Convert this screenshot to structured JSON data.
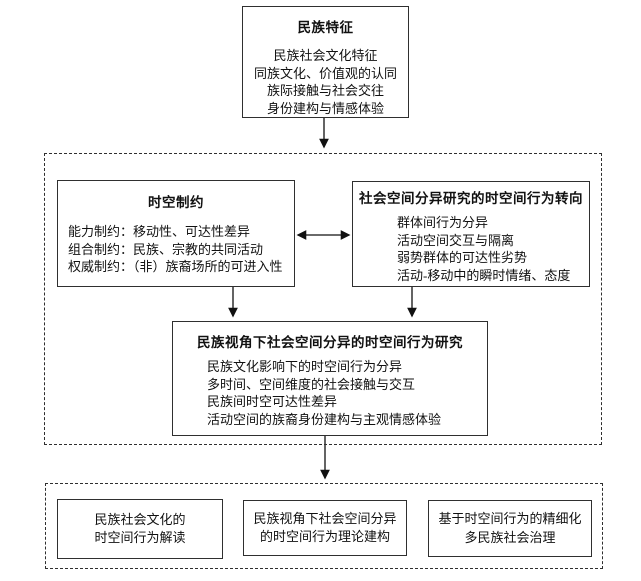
{
  "top_box": {
    "title": "民族特征",
    "lines": [
      "民族社会文化特征",
      "同族文化、价值观的认同",
      "族际接触与社会交往",
      "身份建构与情感体验"
    ]
  },
  "constraints_box": {
    "title": "时空制约",
    "lines": [
      "能力制约：移动性、可达性差异",
      "组合制约：民族、宗教的共同活动",
      "权威制约：（非）族裔场所的可进入性"
    ]
  },
  "turn_box": {
    "title": "社会空间分异研究的时空间行为转向",
    "lines": [
      "群体间行为分异",
      "活动空间交互与隔离",
      "弱势群体的可达性劣势",
      "活动-移动中的瞬时情绪、态度"
    ]
  },
  "research_box": {
    "title": "民族视角下社会空间分异的时空间行为研究",
    "lines": [
      "民族文化影响下的时空间行为分异",
      "多时间、空间维度的社会接触与交互",
      "民族间时空可达性差异",
      "活动空间的族裔身份建构与主观情感体验"
    ]
  },
  "outcome_boxes": [
    {
      "lines": [
        "民族社会文化的",
        "时空间行为解读"
      ]
    },
    {
      "lines": [
        "民族视角下社会空间分异",
        "的时空间行为理论建构"
      ]
    },
    {
      "lines": [
        "基于时空间行为的精细化",
        "多民族社会治理"
      ]
    }
  ],
  "colors": {
    "line": "#2f2f2f",
    "text": "#111111",
    "background": "#ffffff"
  }
}
